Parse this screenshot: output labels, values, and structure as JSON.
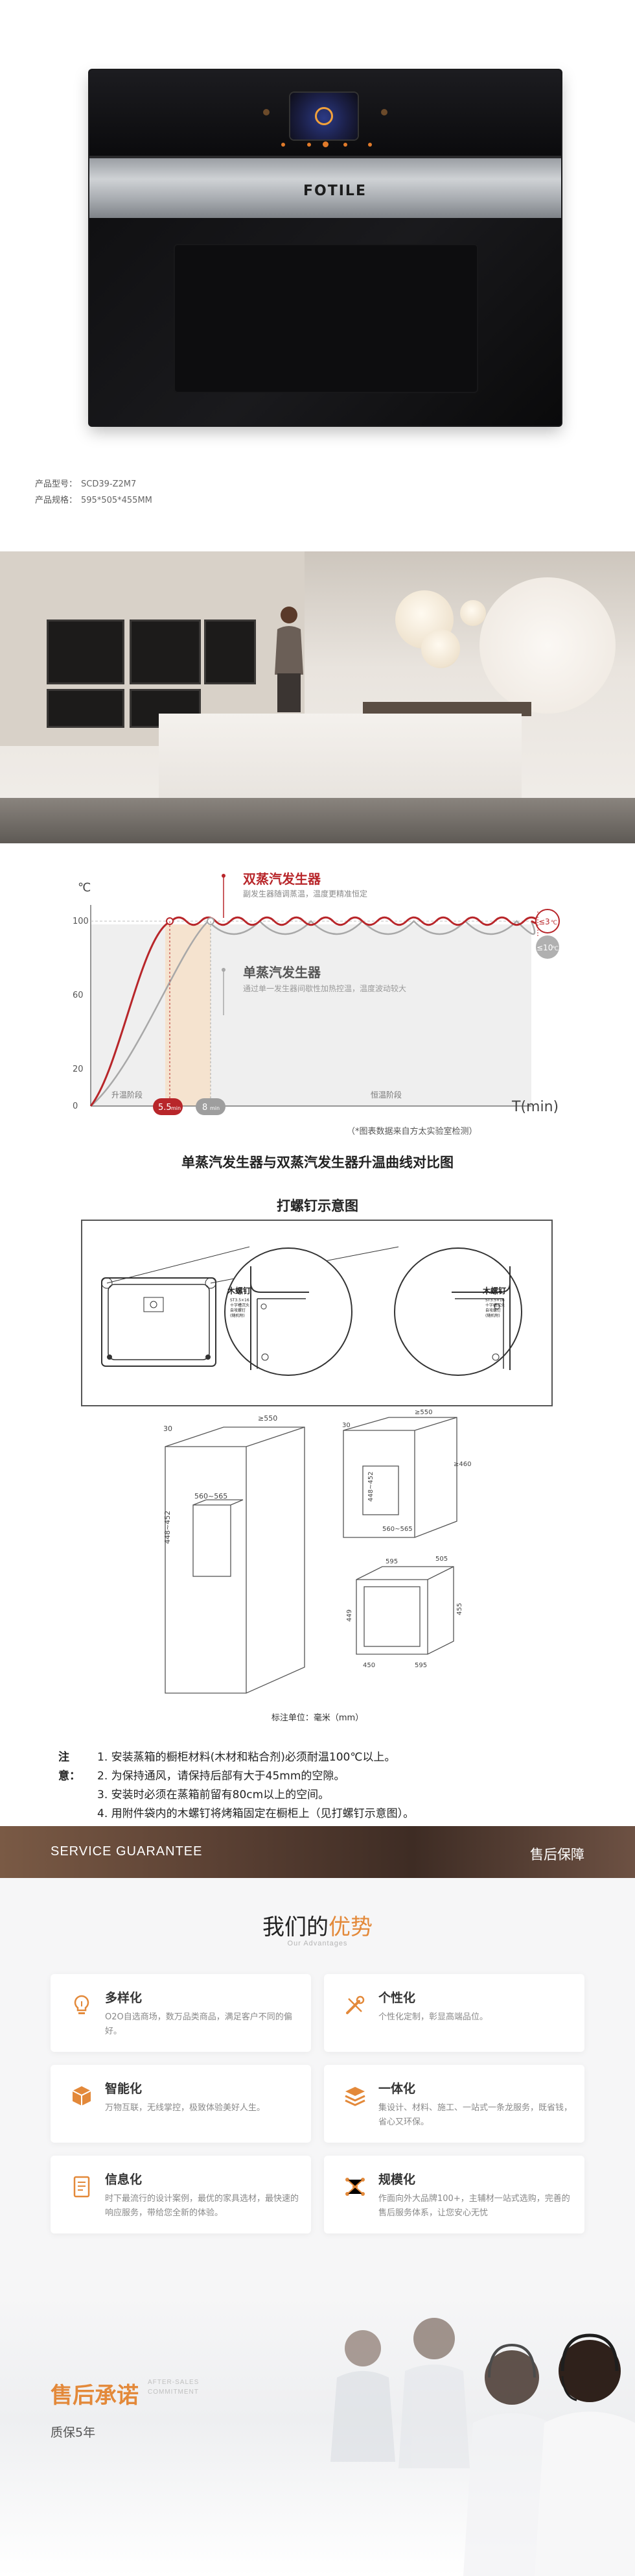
{
  "product": {
    "brand_logo": "FOTILE",
    "model_label": "产品型号：",
    "model_value": "SCD39-Z2M7",
    "size_label": "产品规格：",
    "size_value": "595*505*455MM"
  },
  "chart_data": {
    "type": "line",
    "title": "单蒸汽发生器与双蒸汽发生器升温曲线对比图",
    "ylabel": "℃",
    "xlabel": "T(min)",
    "yticks": [
      0,
      20,
      60,
      100
    ],
    "ylim": [
      0,
      100
    ],
    "xlim": [
      0,
      30
    ],
    "series": [
      {
        "name": "双蒸汽发生器",
        "desc": "副发生器随调蒸温，温度更精准恒定",
        "color": "#b8262a"
      },
      {
        "name": "单蒸汽发生器",
        "desc": "通过单一发生器间歇性加热控温，温度波动较大",
        "color": "#9e9e9e"
      }
    ],
    "phase_labels": [
      "升温阶段",
      "恒温阶段"
    ],
    "time_markers": [
      {
        "value": "5.5",
        "unit": "min",
        "color": "#b8262a"
      },
      {
        "value": "8",
        "unit": "min",
        "color": "#9e9e9e"
      }
    ],
    "band_markers": [
      {
        "value": "≤3",
        "unit": "℃",
        "color": "#b8262a"
      },
      {
        "value": "≤10",
        "unit": "℃",
        "color": "#9e9e9e"
      }
    ],
    "footnote": "（*图表数据来自方太实验室检测）"
  },
  "screw": {
    "title": "打螺钉示意图",
    "callout_title": "木螺钉",
    "callout_lines": [
      "ST3.5×16",
      "十字槽沉头",
      "自攻螺钉",
      "(随机附)"
    ]
  },
  "dims": {
    "unit_text": "标注单位：毫米（mm）",
    "left": {
      "top": "30",
      "depth": "≥550",
      "width_range": "560~565",
      "height_range": "448~452"
    },
    "right_cab": {
      "top": "30",
      "depth": "≥550",
      "height_top": "≥460",
      "height_range": "448~452",
      "width_range": "560~565"
    },
    "oven": {
      "width": "595",
      "depth": "505",
      "height": "455",
      "inner_h": "449",
      "side_a": "450",
      "side_b": "595"
    }
  },
  "notes": {
    "lead": "注意：",
    "items": [
      "1. 安装蒸箱的橱柜材料(木材和粘合剂)必须耐温100℃以上。",
      "2. 为保持通风，请保持后部有大于45mm的空隙。",
      "3. 安装时必须在蒸箱前留有80cm以上的空间。",
      "4. 用附件袋内的木螺钉将烤箱固定在橱柜上（见打螺钉示意图）。"
    ]
  },
  "service": {
    "banner_en": "SERVICE GUARANTEE",
    "banner_cn": "售后保障",
    "title_pre": "我们的",
    "title_hi": "优势",
    "subtitle": "Our Advantages",
    "cards": [
      {
        "title": "多样化",
        "desc": "O2O自选商场，数万品类商品，满足客户不同的偏好。",
        "icon": "lightbulb-icon"
      },
      {
        "title": "个性化",
        "desc": "个性化定制，彰显高端品位。",
        "icon": "tools-icon"
      },
      {
        "title": "智能化",
        "desc": "万物互联，无线掌控，极致体验美好人生。",
        "icon": "cube-icon"
      },
      {
        "title": "一体化",
        "desc": "集设计、材料、施工、一站式一条龙服务，既省钱，省心又环保。",
        "icon": "layers-icon"
      },
      {
        "title": "信息化",
        "desc": "时下最流行的设计案例，最优的家具选材，最快速的响应服务，带给您全新的体验。",
        "icon": "document-icon"
      },
      {
        "title": "规模化",
        "desc": "作面向外大品牌100+，主辅材一站式选购，完善的售后服务体系，让您安心无忧",
        "icon": "network-icon"
      }
    ],
    "accent": "#e3893a"
  },
  "after_sales": {
    "title": "售后承诺",
    "en_line1": "AFTER-SALES",
    "en_line2": "COMMITMENT",
    "warranty": "质保5年"
  }
}
